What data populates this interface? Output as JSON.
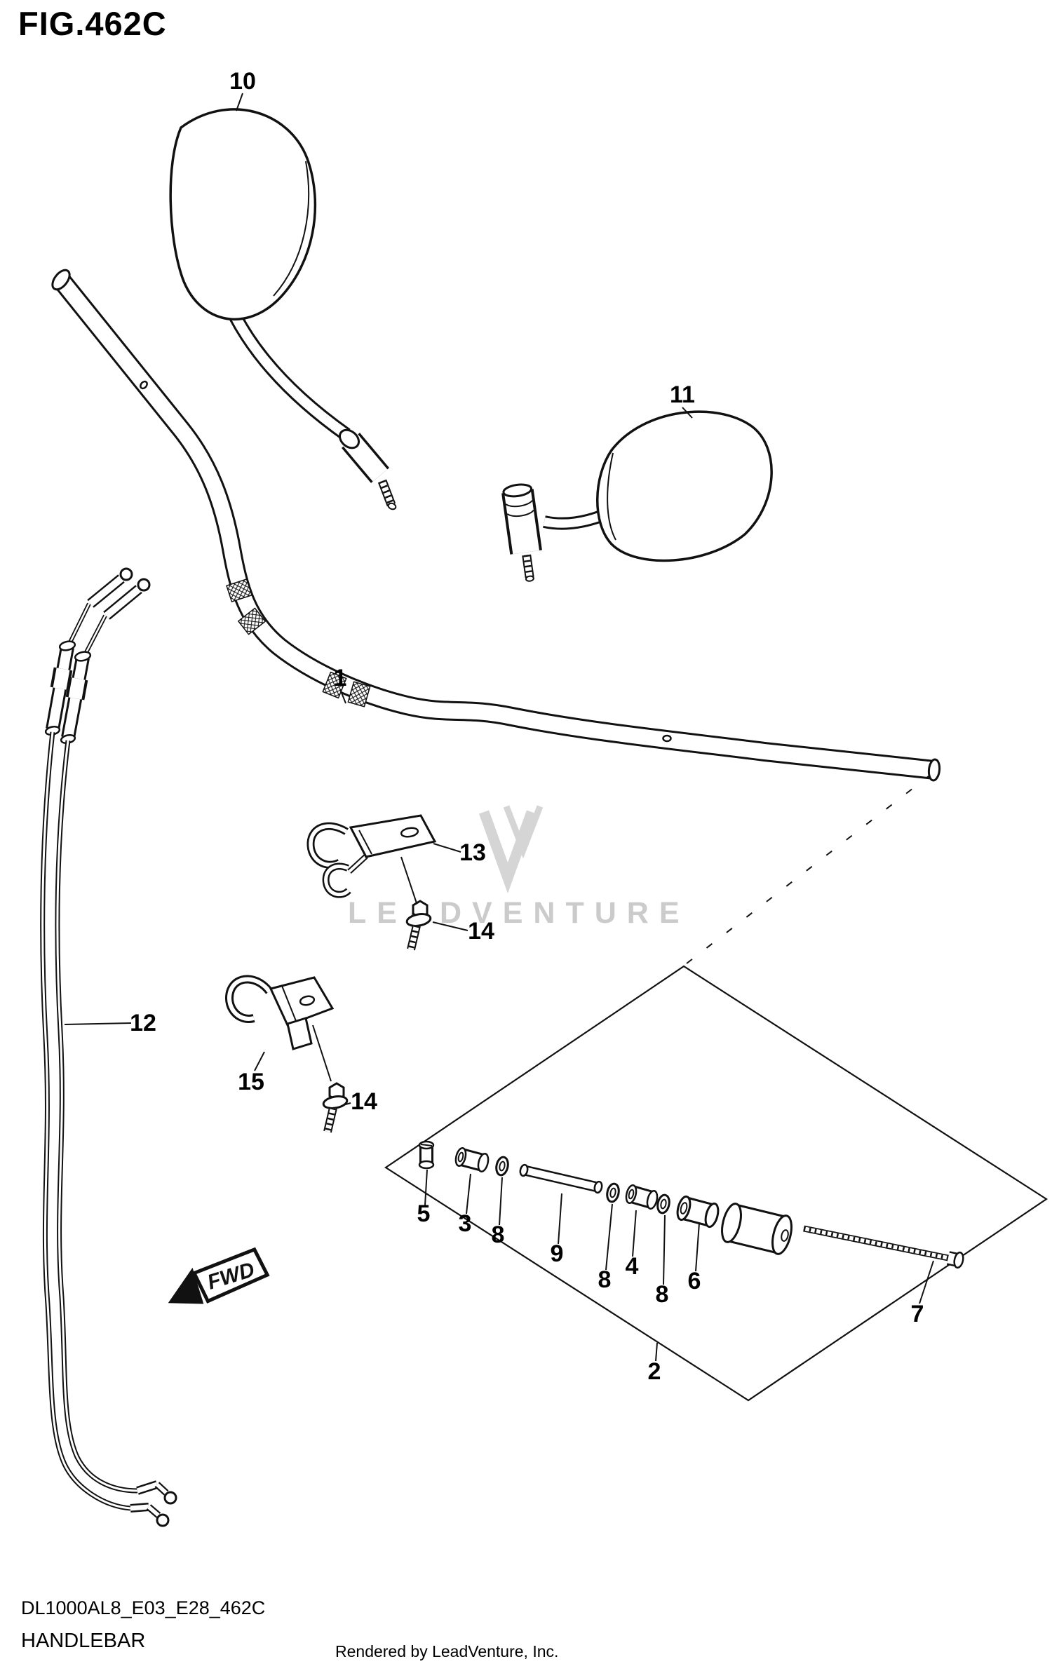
{
  "figure": {
    "title": "FIG.462C",
    "part_code": "DL1000AL8_E03_E28_462C",
    "part_name": "HANDLEBAR",
    "credit": "Rendered by LeadVenture, Inc."
  },
  "watermark": "LEADVENTURE",
  "fwd_label": "FWD",
  "colors": {
    "line": "#111111",
    "watermark": "#cccccc",
    "background": "#ffffff"
  },
  "callouts": [
    {
      "ref": "10"
    },
    {
      "ref": "11"
    },
    {
      "ref": "1"
    },
    {
      "ref": "13"
    },
    {
      "ref": "14"
    },
    {
      "ref": "12"
    },
    {
      "ref": "15"
    },
    {
      "ref": "14"
    },
    {
      "ref": "5"
    },
    {
      "ref": "3"
    },
    {
      "ref": "8"
    },
    {
      "ref": "9"
    },
    {
      "ref": "8"
    },
    {
      "ref": "4"
    },
    {
      "ref": "8"
    },
    {
      "ref": "6"
    },
    {
      "ref": "7"
    },
    {
      "ref": "2"
    }
  ]
}
